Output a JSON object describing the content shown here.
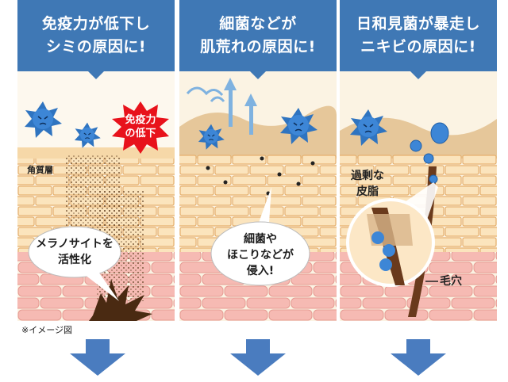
{
  "panels": [
    {
      "header_line1": "免疫力が低下し",
      "header_line2": "シミの原因に!",
      "burst_line1": "免疫力",
      "burst_line2": "の低下",
      "layer_label": "角質層",
      "bubble_line1": "メラノサイトを",
      "bubble_line2": "活性化"
    },
    {
      "header_line1": "細菌などが",
      "header_line2": "肌荒れの原因に!",
      "bubble_line1": "細菌や",
      "bubble_line2": "ほこりなどが",
      "bubble_line3": "侵入!"
    },
    {
      "header_line1": "日和見菌が暴走し",
      "header_line2": "ニキビの原因に!",
      "sebum_line1": "過剰な",
      "sebum_line2": "皮脂",
      "pore_label": "毛穴"
    }
  ],
  "footnote": "※イメージ図",
  "colors": {
    "header_bg": "#3f78b5",
    "arrow": "#4a7cbf",
    "skin_light": "#fbe6c4",
    "skin_line": "#e9b774",
    "cell_pink": "#f4b3ad",
    "bacteria": "#2f74c0",
    "burst": "#e8121b"
  },
  "icons": [
    "bacteria-icon",
    "burst-icon",
    "wind-icon",
    "arrow-down-icon"
  ]
}
